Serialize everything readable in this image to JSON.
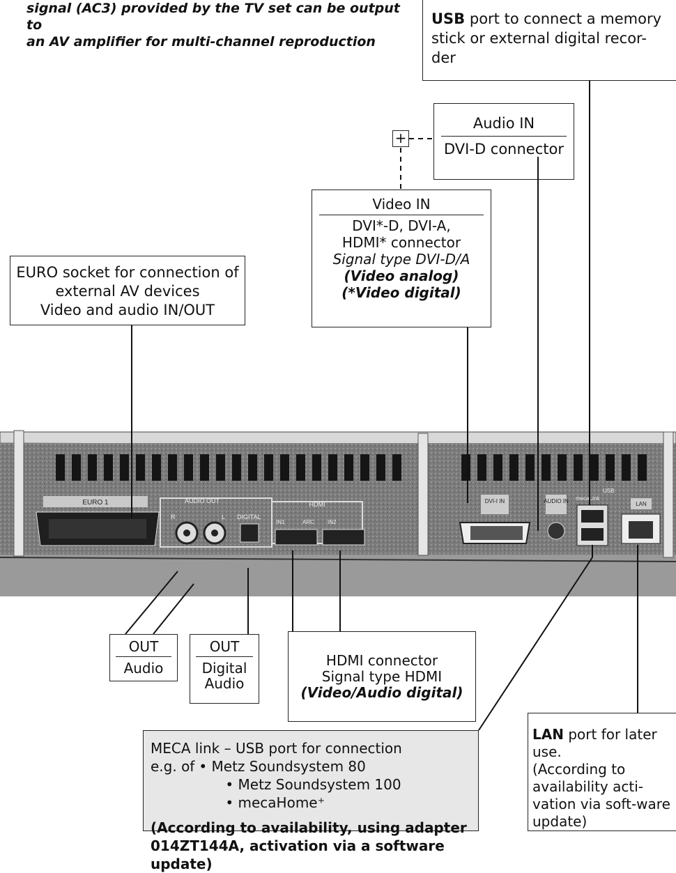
{
  "top_note": {
    "line1": "signal (AC3) provided by the TV set can be output to",
    "line2": "an AV amplifier for multi-channel reproduction"
  },
  "usb_box": {
    "bold": "USB",
    "text": " port to connect a memory stick or external digital recor-der"
  },
  "audio_in_box": {
    "top": "Audio IN",
    "bottom": "DVI-D connector"
  },
  "plus_symbol": "+",
  "video_in_box": {
    "title": "Video IN",
    "line1": "DVI*-D, DVI-A,",
    "line2": "HDMI* connector",
    "line3": "Signal type DVI-D/A",
    "line4": "(Video analog)",
    "line5": "(*Video digital)"
  },
  "euro_box": {
    "line1": "EURO socket for connection of",
    "line2": "external AV devices",
    "line3": "Video and audio IN/OUT"
  },
  "out_audio_box": {
    "top": "OUT",
    "bottom": "Audio"
  },
  "out_digital_box": {
    "top": "OUT",
    "bottom1": "Digital",
    "bottom2": "Audio"
  },
  "hdmi_box": {
    "line1": "HDMI connector",
    "line2": "Signal type HDMI",
    "line3": "(Video/Audio digital)"
  },
  "meca_box": {
    "line1": "MECA link – USB port for connection",
    "lead": "e.g. of",
    "items": [
      "• Metz Soundsystem 80",
      "• Metz Soundsystem 100",
      "• mecaHome⁺"
    ],
    "note": "(According to availability, using adapter 014ZT144A, activation via a software update)"
  },
  "lan_box": {
    "bold": "LAN",
    "text1": " port for later use.",
    "text2": "(According to availability acti-vation via soft-ware update)"
  },
  "panel_labels": {
    "euro": "EURO 1",
    "audio_out": "AUDIO OUT",
    "r": "R",
    "l": "L",
    "digital": "DIGITAL",
    "hdmi": "HDMI",
    "in1": "IN1",
    "arc": "ARC",
    "in2": "IN2",
    "dvi": "DVI-I IN",
    "audio": "AUDIO IN",
    "usb": "USB",
    "mecalink": "mecaLink",
    "lan": "LAN"
  },
  "colors": {
    "panel": "#6a6a6a",
    "panel_dark": "#1d1d1d",
    "meca_box_bg": "#e7e7e7"
  }
}
